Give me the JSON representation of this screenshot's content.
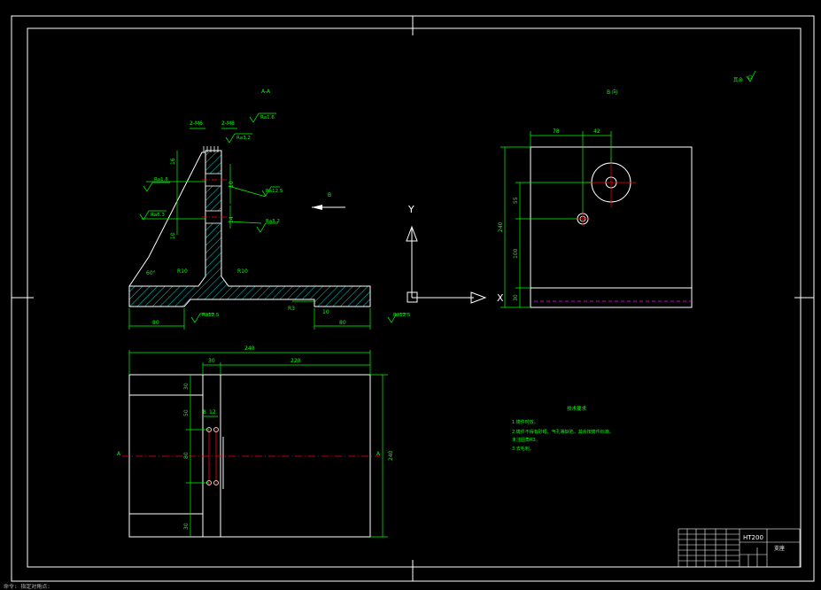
{
  "app": {
    "command_line_hint": "命令: 指定对角点:"
  },
  "colors": {
    "background": "#000000",
    "frame": "#ffffff",
    "dimension": "#00ff00",
    "hatch": "#00ffff",
    "center_line": "#ff0000",
    "hidden_line": "#ff00ff",
    "ucs": "#ffffff"
  },
  "section_view": {
    "label": "A-A",
    "dims": {
      "base_left": "80",
      "base_right": "80",
      "angle": "60°",
      "radius_left": "R10",
      "radius_right": "R10",
      "radius_small": "R3",
      "thread_1": "2-M6",
      "thread_2": "2-M8",
      "hole_depth_1": "10",
      "hole_depth_2": "14",
      "vertical_1": "16",
      "vertical_2": "10",
      "base_thk": "10"
    },
    "roughness": {
      "r1": "Ra1.6",
      "r2": "Ra3.2",
      "r3": "Ra1.6",
      "r4": "Ra12.5",
      "r5": "Ra6.3",
      "r6": "Ra3.2",
      "r7": "Ra12.5",
      "r8": "Ra12.5"
    }
  },
  "view_b": {
    "arrow_label": "B",
    "title": "B 向",
    "dims": {
      "d78": "78",
      "d42": "42",
      "d240": "240",
      "d55": "55",
      "d100": "100",
      "d30": "30"
    }
  },
  "top_view": {
    "dims": {
      "d240": "240",
      "d30": "30",
      "d220": "220",
      "h30a": "30",
      "h50": "50",
      "h80": "80",
      "h30b": "30",
      "h240": "240",
      "d12": "12",
      "d8": "8"
    },
    "section_mark_left": "A",
    "section_mark_right": "A"
  },
  "ucs": {
    "y_label": "Y",
    "x_label": "X"
  },
  "notes": {
    "heading": "技术要求",
    "lines": [
      "1.铸件时效。",
      "2.铸件不得有砂眼、气孔等缺陷，其余按铸件标准。",
      "未注圆角R3。",
      "3.去毛刺。"
    ]
  },
  "title_block": {
    "material": "HT200",
    "name": "支座"
  },
  "roughness_other": "其余"
}
